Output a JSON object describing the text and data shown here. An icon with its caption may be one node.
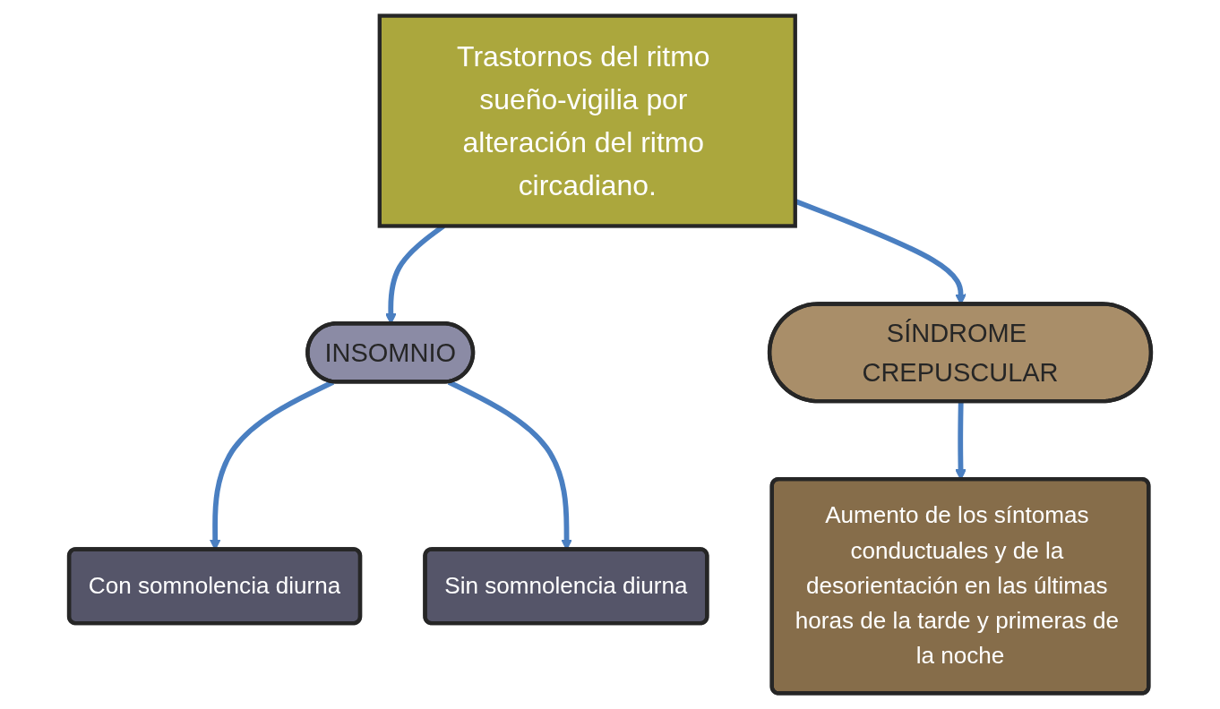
{
  "diagram": {
    "nodes": [
      {
        "text": [
          "Trastornos del ritmo sueño-vigilia por alteración del ritmo circadiano."
        ]
      },
      {
        "text": [
          "INSOMNIO"
        ]
      },
      {
        "text": [
          "SÍNDROME CREPUSCULAR"
        ]
      },
      {
        "text": [
          "Con somnolencia diurna"
        ]
      },
      {
        "text": [
          "Sin somnolencia diurna"
        ]
      },
      {
        "text": [
          "Aumento de los síntomas conductuales y de la desorientación en las últimas horas de la tarde y primeras de la noche"
        ]
      }
    ],
    "edges": [
      {
        "from": 0,
        "to": 1,
        "arrow": "to"
      },
      {
        "from": 0,
        "to": 2,
        "arrow": "to"
      },
      {
        "from": 1,
        "to": 3,
        "arrow": "to"
      },
      {
        "from": 1,
        "to": 4,
        "arrow": "to"
      },
      {
        "from": 2,
        "to": 5,
        "arrow": "to"
      }
    ]
  }
}
